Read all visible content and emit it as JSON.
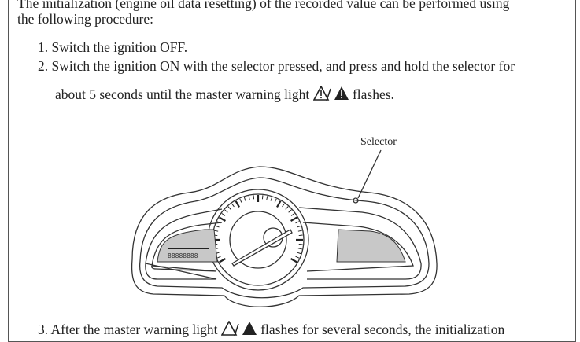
{
  "intro": {
    "line1": "The initialization (engine oil data resetting) of the recorded value can be performed using",
    "line2": "the following procedure:"
  },
  "steps": [
    {
      "num": "1.",
      "text": "Switch the ignition OFF."
    },
    {
      "num": "2.",
      "text": "Switch the ignition ON with the selector pressed, and press and hold the selector for",
      "text2_before": "about 5 seconds until the master warning light",
      "text2_after": "flashes."
    },
    {
      "num": "3.",
      "text_before": "After the master warning light",
      "text_after": "flashes for several seconds, the initialization"
    }
  ],
  "figure": {
    "callout_label": "Selector",
    "odometer_display": "88888888"
  },
  "icons": [
    "warning-triangle-outline-icon",
    "warning-triangle-filled-icon"
  ]
}
